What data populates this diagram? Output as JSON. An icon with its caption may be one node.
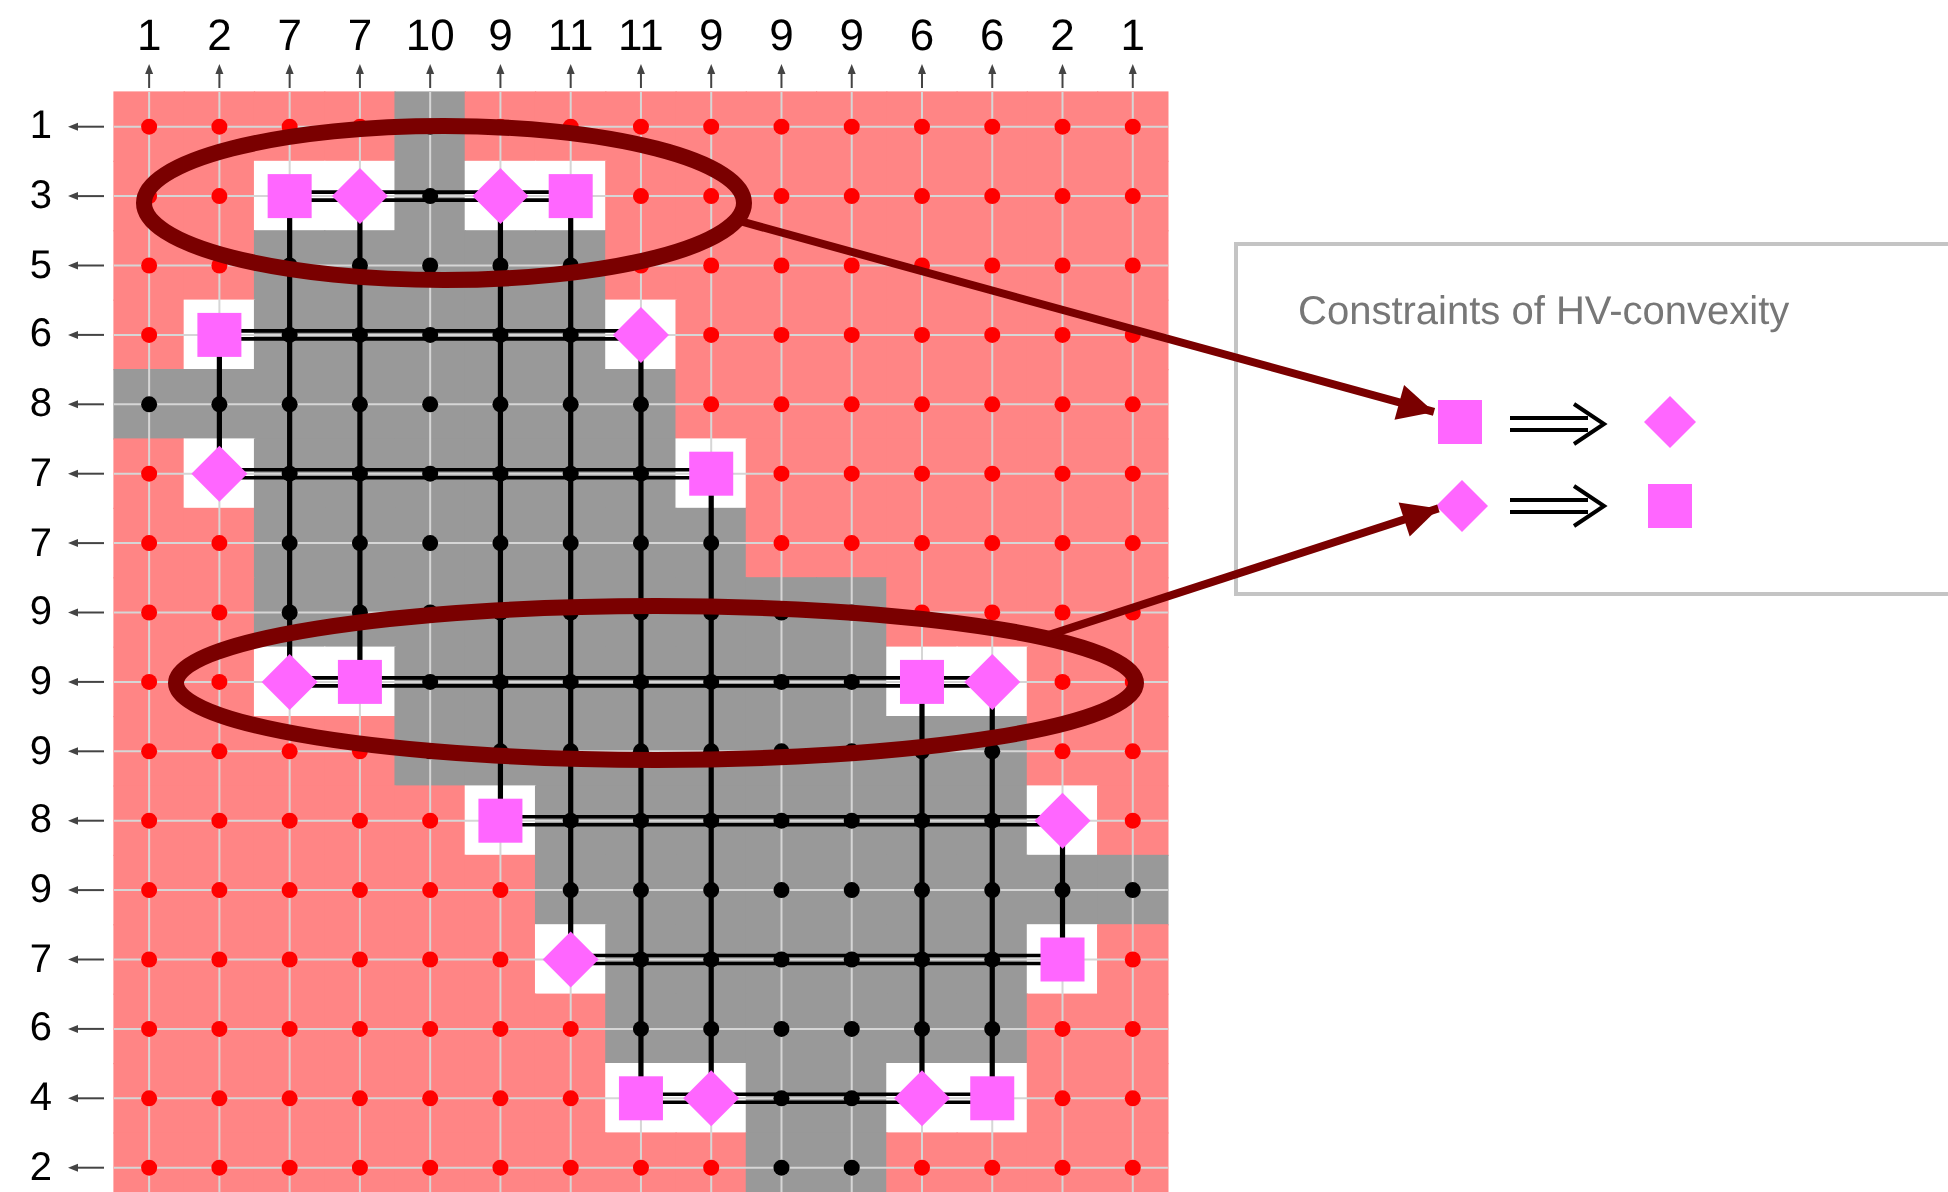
{
  "diagram": {
    "nodes": [
      {
        "text": [],
        "shape": "ellipse"
      },
      {
        "text": [],
        "shape": "ellipse"
      },
      {
        "text": [
          "Constraints of HV-convexity"
        ]
      },
      {
        "text": [],
        "shape": "box",
        "in": 2
      },
      {
        "text": [],
        "shape": "diamond",
        "in": 2
      }
    ],
    "edges": [
      {
        "from": 0,
        "to": 3,
        "arrow": "to"
      },
      {
        "from": 1,
        "to": 4,
        "arrow": "to"
      }
    ],
    "labels": [
      "1",
      "2",
      "7",
      "7",
      "10",
      "9",
      "11",
      "11",
      "9",
      "9",
      "9",
      "6",
      "6",
      "2",
      "1",
      "1",
      "3",
      "5",
      "6",
      "8",
      "7",
      "7",
      "9",
      "9",
      "9",
      "8",
      "9",
      "7",
      "6",
      "4",
      "2"
    ]
  }
}
